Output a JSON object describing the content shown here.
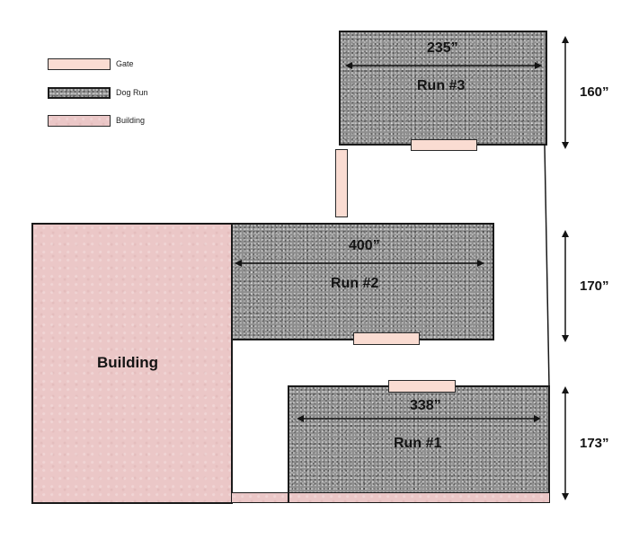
{
  "legend": {
    "gate": "Gate",
    "dog_run": "Dog Run",
    "building": "Building"
  },
  "building": {
    "label": "Building"
  },
  "runs": {
    "run3": {
      "label": "Run #3",
      "width": "235”",
      "height": "160”"
    },
    "run2": {
      "label": "Run #2",
      "width": "400”",
      "height": "170”"
    },
    "run1": {
      "label": "Run #1",
      "width": "338”",
      "height": "173”"
    }
  }
}
